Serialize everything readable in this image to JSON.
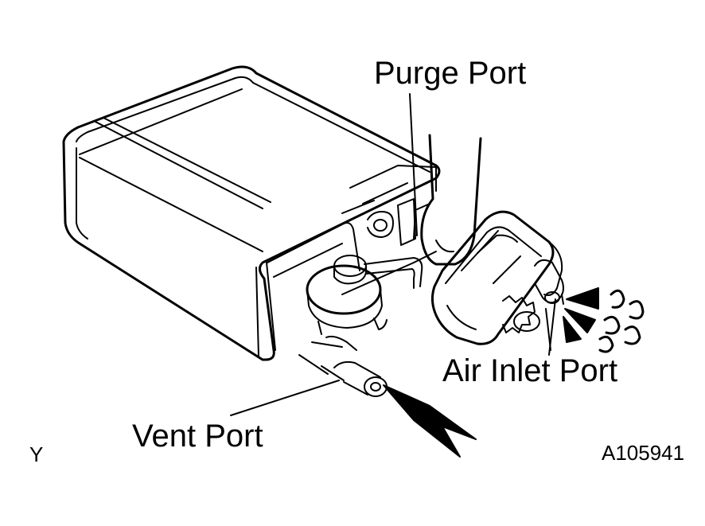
{
  "labels": {
    "purge_port": "Purge Port",
    "air_inlet_port": "Air Inlet Port",
    "vent_port": "Vent Port",
    "corner_letter": "Y",
    "figure_code": "A105941"
  },
  "colors": {
    "line": "#000000",
    "background": "#ffffff"
  }
}
